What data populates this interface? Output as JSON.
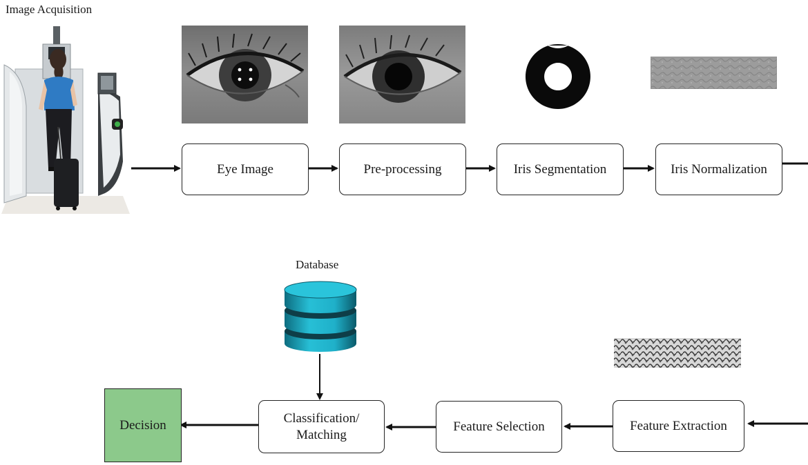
{
  "labels": {
    "image_acquisition": "Image Acquisition",
    "database": "Database"
  },
  "steps": {
    "eye_image": "Eye Image",
    "pre_processing": "Pre-processing",
    "iris_segmentation": "Iris Segmentation",
    "iris_normalization": "Iris Normalization",
    "feature_extraction": "Feature Extraction",
    "feature_selection": "Feature Selection",
    "classification_matching": "Classification/\nMatching",
    "decision": "Decision"
  },
  "colors": {
    "decision_fill": "#8cc98b",
    "database_cyan": "#1fb0c9",
    "database_dark": "#0d6d80"
  }
}
